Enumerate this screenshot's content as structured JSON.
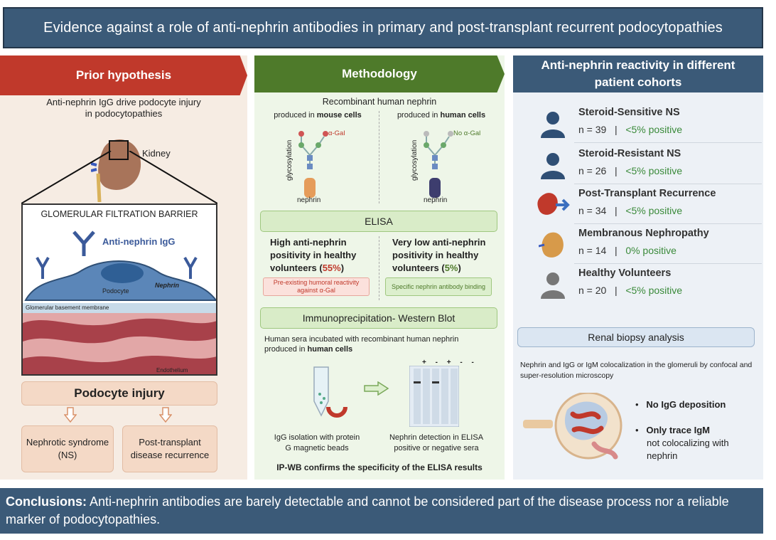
{
  "title": "Evidence against a role of anti-nephrin antibodies in primary and post-transplant recurrent podocytopathies",
  "prior": {
    "heading": "Prior hypothesis",
    "subtitle_line1": "Anti-nephrin IgG drive podocyte injury",
    "subtitle_line2": "in podocytopathies",
    "kidney_label": "Kidney",
    "gfb_title": "GLOMERULAR FILTRATION BARRIER",
    "anti_nephrin_label": "Anti-nephrin IgG",
    "podocyte_label": "Podocyte",
    "nephrin_label": "Nephrin",
    "gbm_label": "Glomerular basement membrane",
    "endothelium_label": "Endothelium",
    "injury": "Podocyte injury",
    "outcome1": "Nephrotic syndrome (NS)",
    "outcome2": "Post-transplant disease recurrence"
  },
  "method": {
    "heading": "Methodology",
    "recomb_title": "Recombinant human nephrin",
    "mouse_prefix": "produced in ",
    "mouse_bold": "mouse cells",
    "human_prefix": "produced in ",
    "human_bold": "human cells",
    "alpha_gal": "α-Gal",
    "no_alpha_gal": "No α-Gal",
    "glycosylation": "glycosylation",
    "nephrin": "nephrin",
    "elisa": "ELISA",
    "high_result_line": "High anti-nephrin positivity in healthy volunteers (",
    "high_pct": "55%",
    "result_close": ")",
    "low_result_line": "Very low anti-nephrin positivity in healthy volunteers (",
    "low_pct": "5%",
    "high_note": "Pre-existing humoral reactivity against α-Gal",
    "low_note": "Specific nephrin antibody binding",
    "ipwb": "Immunoprecipitation- Western Blot",
    "sera_line1": "Human sera incubated with recombinant human nephrin",
    "sera_line2_prefix": "produced in ",
    "sera_line2_bold": "human cells",
    "blot_signs": "+ - + - -",
    "caption_left": "IgG isolation with protein G magnetic beads",
    "caption_right": "Nephrin detection in ELISA positive or negative sera",
    "confirm": "IP-WB confirms the specificity of the ELISA results"
  },
  "cohorts": {
    "heading": "Anti-nephrin reactivity in different patient cohorts",
    "items": [
      {
        "name": "Steroid-Sensitive NS",
        "n": "n = 39",
        "sep": "|",
        "pos": "<5% positive",
        "icon": "person-icon",
        "color": "#2f4f75"
      },
      {
        "name": "Steroid-Resistant NS",
        "n": "n = 26",
        "sep": "|",
        "pos": "<5% positive",
        "icon": "person-icon",
        "color": "#2f4f75"
      },
      {
        "name": "Post-Transplant Recurrence",
        "n": "n = 34",
        "sep": "|",
        "pos": "<5% positive",
        "icon": "kidney-arrow-icon",
        "color": "#c0392b"
      },
      {
        "name": "Membranous Nephropathy",
        "n": "n = 14",
        "sep": "|",
        "pos": "0% positive",
        "icon": "kidney-icon",
        "color": "#d79a4a"
      },
      {
        "name": "Healthy Volunteers",
        "n": "n = 20",
        "sep": "|",
        "pos": "<5% positive",
        "icon": "person-icon",
        "color": "#777777"
      }
    ],
    "biopsy_title": "Renal biopsy analysis",
    "biopsy_text": "Nephrin and IgG or IgM colocalization in the glomeruli by confocal and super-resolution microscopy",
    "bullet1": "No IgG deposition",
    "bullet2_bold": "Only trace IgM",
    "bullet2_rest1": "not colocalizing with",
    "bullet2_rest2": "nephrin"
  },
  "conclusion": {
    "label": "Conclusions:",
    "text": " Anti-nephrin antibodies are barely detectable and cannot be considered part of the disease process nor a reliable marker of podocytopathies."
  }
}
